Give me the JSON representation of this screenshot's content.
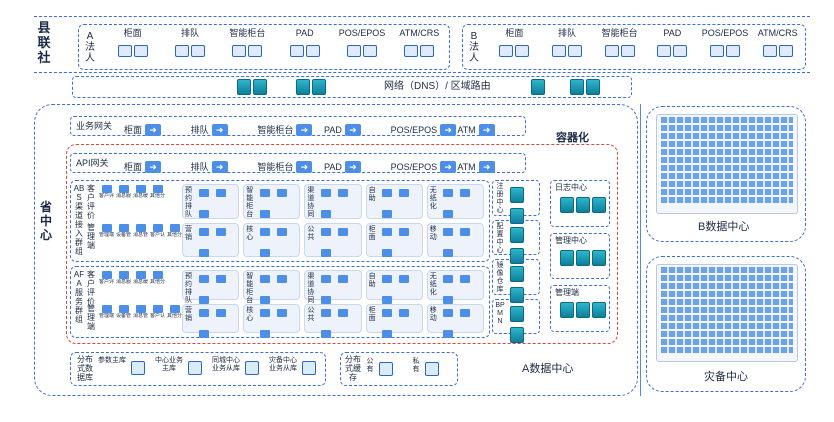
{
  "county": {
    "title": "县联社",
    "groups": [
      {
        "name": "A法人",
        "items": [
          "柜面",
          "排队",
          "智能柜台",
          "PAD",
          "POS/EPOS",
          "ATM/CRS"
        ]
      },
      {
        "name": "B法人",
        "items": [
          "柜面",
          "排队",
          "智能柜台",
          "PAD",
          "POS/EPOS",
          "ATM/CRS"
        ]
      }
    ]
  },
  "network": {
    "label": "网络（DNS）/ 区域路由"
  },
  "province": {
    "title": "省中心",
    "business_gateway": {
      "label": "业务网关",
      "items": [
        "柜面",
        "排队",
        "智能柜台",
        "PAD",
        "POS/EPOS",
        "ATM"
      ]
    },
    "container": {
      "title": "容器化",
      "api_gateway": {
        "label": "API网关",
        "items": [
          "柜面",
          "排队",
          "智能柜台",
          "PAD",
          "POS/EPOS",
          "ATM"
        ]
      },
      "clusters": [
        {
          "name": "ABS渠道接入群组",
          "rows": [
            {
              "label": "客户评价",
              "cells": [
                "客户评价",
                "消息服务",
                "消息缓存",
                "其他分组"
              ]
            },
            {
              "label": "管理端",
              "cells": [
                "管理端",
                "设备管理",
                "消息管理",
                "客户认证",
                "其他分组"
              ]
            }
          ]
        },
        {
          "name": "AFA服务群组",
          "rows": [
            {
              "label": "客户评价",
              "cells": [
                "客户评价",
                "消息服务",
                "消息缓存",
                "其他分组"
              ]
            },
            {
              "label": "管理端",
              "cells": [
                "管理端",
                "设备管理",
                "消息管理",
                "客户认证",
                "其他分组"
              ]
            }
          ]
        }
      ],
      "sections": [
        "预约排队",
        "智能柜台",
        "渠道协同",
        "自助",
        "无纸化",
        "营销",
        "核心",
        "公共",
        "柜面",
        "移动"
      ],
      "side": [
        "注册中心",
        "配置中心",
        "镜像仓库",
        "BPMN"
      ]
    },
    "side_right": [
      "日志中心",
      "管理中心",
      "管理端"
    ],
    "db": {
      "label": "分布式数据库",
      "items": [
        "参数主库",
        "中心业务主库",
        "同城中心业务从库",
        "灾备中心业务从库"
      ]
    },
    "cache": {
      "label": "分布式缓存",
      "items": [
        "公有",
        "私有"
      ]
    },
    "a_dc": "A数据中心"
  },
  "b_dc": "B数据中心",
  "dr_dc": "灾备中心"
}
